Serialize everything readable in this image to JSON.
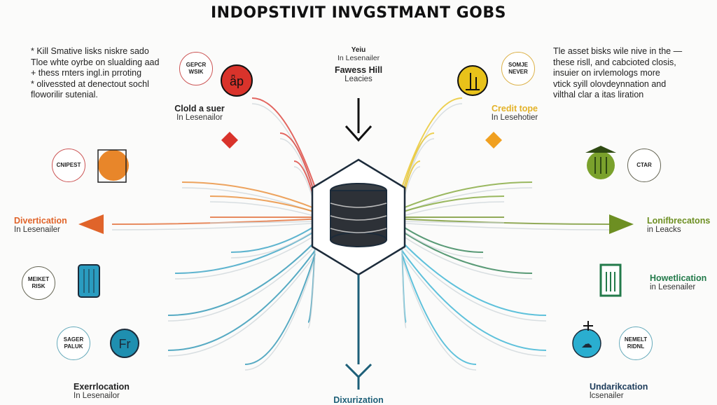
{
  "title": "INDOPSTIVIT INVGSTMANT GOBS",
  "left_paragraph": [
    "* Kill Smative lisks niskre sado",
    "Tloe whte oyrbe on slualding aad",
    "+ thess rnters ingl.in prroting",
    "* olivessted at denectout sochl",
    "floworilir sutenial."
  ],
  "right_paragraph": [
    "Tle asset bisks wile nive in the —",
    "these risll, and cabcioted closis,",
    "insuier on irvlemologs more",
    "vtick syill olovdeynnation and",
    "vilthal clar a itas liration"
  ],
  "center_top": {
    "title": "Yeiu",
    "subtitle": "In Lesenailer",
    "label": "Fawess Hill",
    "label_sub": "Leacies"
  },
  "center_bottom": {
    "label": "Dixurization"
  },
  "nodes": {
    "left": [
      {
        "badge": "GEPCR WSIK",
        "label": "Clold a suer",
        "sub": "In Lesenailor",
        "color": "#d9332b"
      },
      {
        "badge": "CNIPEST",
        "color": "#e8862a"
      },
      {
        "label": "Divertication",
        "sub": "In Lesenailer",
        "color": "#e0642a"
      },
      {
        "badge": "MEIKET RISK",
        "color": "#2a9cc0"
      },
      {
        "badge": "SAGER PALUK",
        "label": "Exerrlocation",
        "sub": "In Lesenailor",
        "color": "#1f8fb0"
      }
    ],
    "right": [
      {
        "badge": "SOMJE NEVER",
        "label": "Credit tope",
        "sub": "In Lesehotier",
        "color": "#e8c21a"
      },
      {
        "badge": "CTAR",
        "color": "#7aa12c"
      },
      {
        "label": "Lonifbrecatons",
        "sub": "in Leacks",
        "color": "#6d8f22"
      },
      {
        "label": "Howetlication",
        "sub": "in Lesenailer",
        "color": "#237a4a"
      },
      {
        "badge": "NEMELT RIDNL",
        "label": "Undarikcation",
        "sub": "lcsenailer",
        "color": "#2aaed0"
      }
    ]
  },
  "colors": {
    "dark": "#1c2b3a",
    "center_fill": "#ffffff"
  }
}
